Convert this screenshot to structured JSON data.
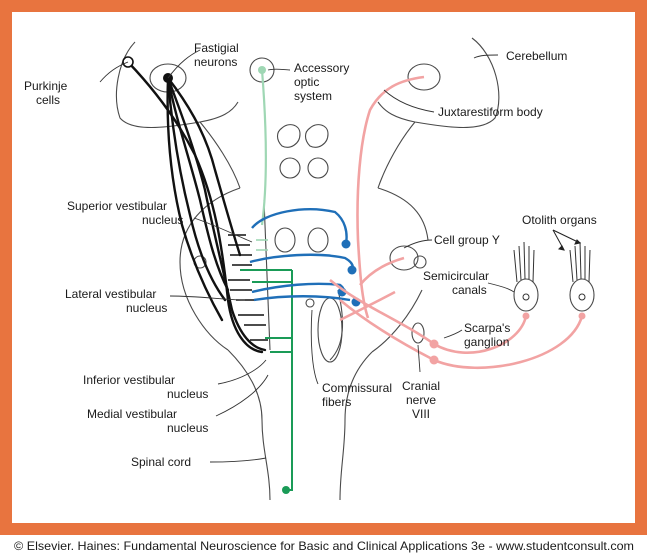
{
  "labels": {
    "purkinje": [
      "Purkinje",
      "cells"
    ],
    "fastigial": [
      "Fastigial",
      "neurons"
    ],
    "accessory_optic": [
      "Accessory",
      "optic",
      "system"
    ],
    "cerebellum": "Cerebellum",
    "juxtarestiform": "Juxtarestiform body",
    "superior_vestibular": [
      "Superior vestibular",
      "nucleus"
    ],
    "lateral_vestibular": [
      "Lateral vestibular",
      "nucleus"
    ],
    "inferior_vestibular": [
      "Inferior vestibular",
      "nucleus"
    ],
    "medial_vestibular": [
      "Medial vestibular",
      "nucleus"
    ],
    "spinal_cord": "Spinal cord",
    "commissural": [
      "Commissural",
      "fibers"
    ],
    "cell_group_y": "Cell group Y",
    "otolith": "Otolith organs",
    "semicircular": [
      "Semicircular",
      "canals"
    ],
    "scarpa": [
      "Scarpa's",
      "ganglion"
    ],
    "cranial_nerve": [
      "Cranial",
      "nerve",
      "VIII"
    ]
  },
  "credit": "© Elsevier. Haines: Fundamental Neuroscience for Basic and Clinical Applications 3e - www.studentconsult.com",
  "colors": {
    "frame": "#e8743f",
    "cerebellar_output": "#111111",
    "vestibulospinal": "#1a9b57",
    "accessory_optic": "#9fd7b4",
    "ascending": "#1f6fb8",
    "afferent": "#f2a3a3"
  }
}
